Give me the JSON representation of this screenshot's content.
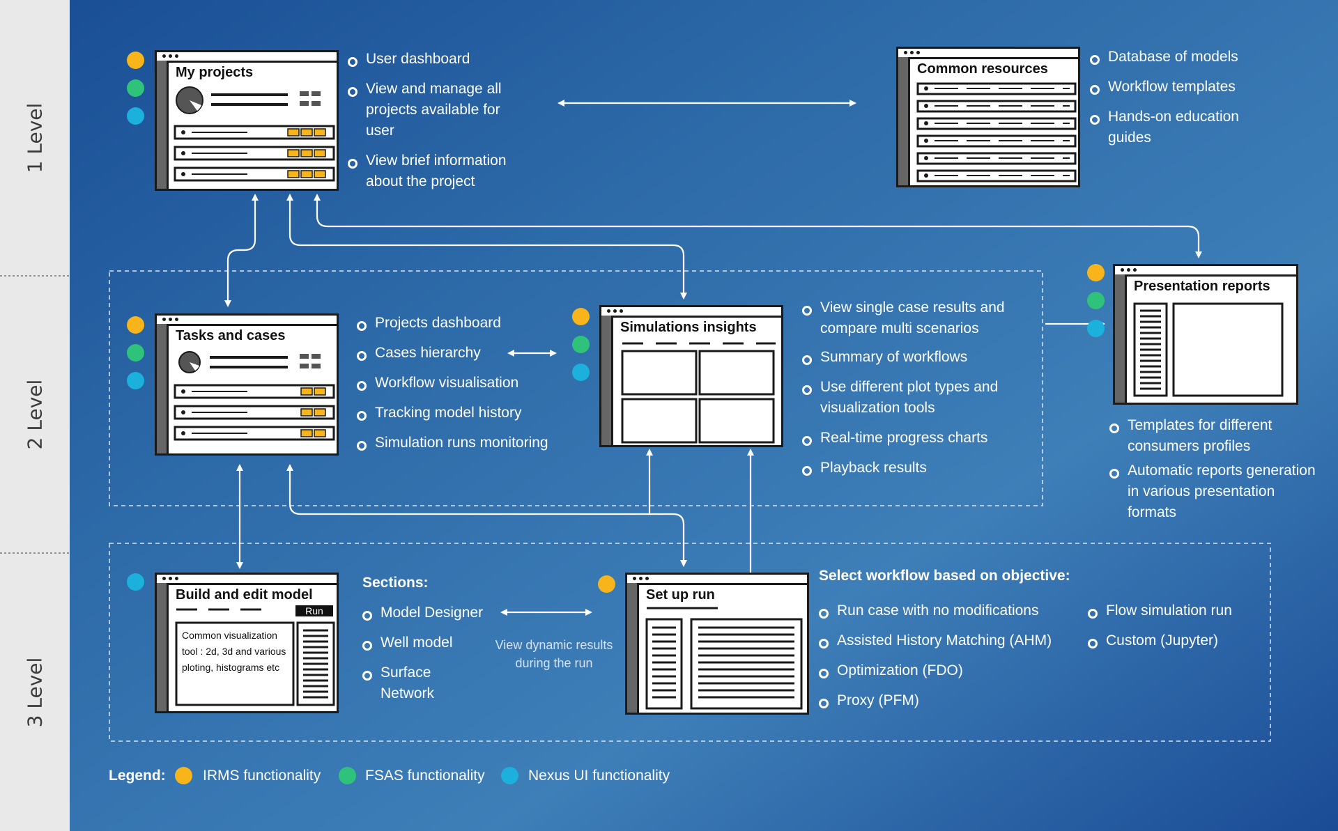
{
  "colors": {
    "background_left": "#e9e9e9",
    "background_gradient": [
      "#1a4f96",
      "#2d6aa8",
      "#3e7fb8",
      "#1a4b95"
    ],
    "irms": "#f7b51b",
    "fsas": "#2fc27b",
    "nexus": "#1bb1dc",
    "window_border": "#1a1a1a",
    "window_side": "#666666",
    "slot": "#f7b51b"
  },
  "levels": [
    "1 Level",
    "2 Level",
    "3 Level"
  ],
  "windows": {
    "my_projects": {
      "title": "My projects",
      "bullets": [
        "User dashboard",
        "View and manage all projects available for user",
        "View brief information about the project"
      ]
    },
    "common_resources": {
      "title": "Common resources",
      "bullets": [
        "Database of models",
        "Workflow templates",
        "Hands-on education guides"
      ]
    },
    "tasks_cases": {
      "title": "Tasks and cases",
      "bullets": [
        "Projects dashboard",
        "Cases hierarchy",
        "Workflow visualisation",
        "Tracking model history",
        "Simulation runs monitoring"
      ]
    },
    "sim_insights": {
      "title": "Simulations insights",
      "bullets": [
        "View single case results and compare multi scenarios",
        "Summary of workflows",
        "Use different plot types and visualization tools",
        "Real-time progress charts",
        "Playback results"
      ]
    },
    "pres_reports": {
      "title": "Presentation reports",
      "bullets": [
        "Templates for different consumers profiles",
        "Automatic reports generation in various presentation formats"
      ]
    },
    "build_model": {
      "title": "Build and edit model",
      "run_label": "Run",
      "tool_text": "Common visualization tool : 2d, 3d and various ploting, histograms etc",
      "sections_heading": "Sections:",
      "sections": [
        "Model Designer",
        "Well model",
        "Surface Network"
      ],
      "dynamic_note": "View dynamic results during the run"
    },
    "setup_run": {
      "title": "Set up run",
      "heading": "Select workflow based on objective:",
      "col1": [
        "Run case with no modifications",
        "Assisted History Matching (AHM)",
        "Optimization (FDO)",
        "Proxy (PFM)"
      ],
      "col2": [
        "Flow simulation run",
        "Custom (Jupyter)"
      ]
    }
  },
  "dots": {
    "my_projects": [
      "irms",
      "fsas",
      "nexus"
    ],
    "tasks_cases": [
      "irms",
      "fsas",
      "nexus"
    ],
    "sim_insights": [
      "irms",
      "fsas",
      "nexus"
    ],
    "pres_reports": [
      "irms",
      "fsas",
      "nexus"
    ],
    "build_model": [
      "nexus"
    ],
    "setup_run": [
      "irms"
    ]
  },
  "legend": {
    "label": "Legend:",
    "items": [
      {
        "key": "irms",
        "label": "IRMS functionality"
      },
      {
        "key": "fsas",
        "label": "FSAS functionality"
      },
      {
        "key": "nexus",
        "label": "Nexus UI functionality"
      }
    ]
  }
}
